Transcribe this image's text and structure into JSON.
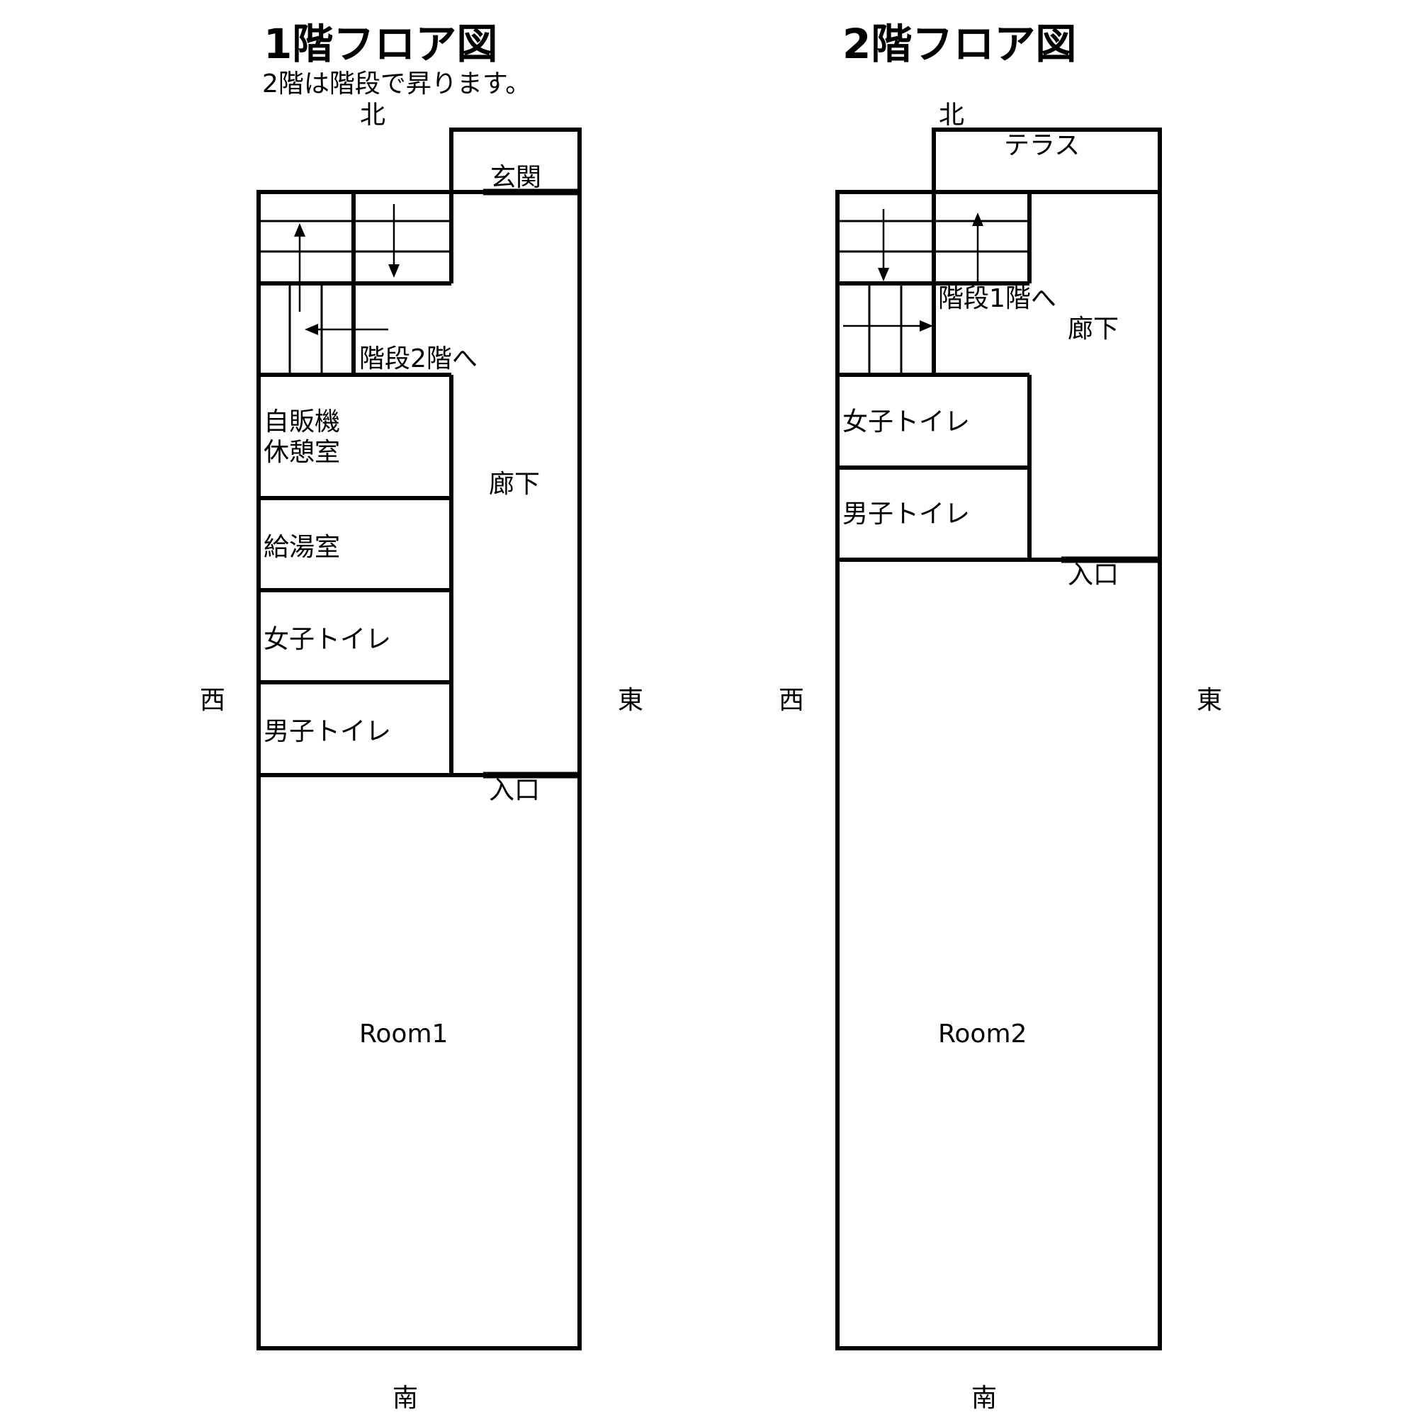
{
  "floor1": {
    "title": "1階フロア図",
    "subtitle": "2階は階段で昇ります。",
    "north": "北",
    "south": "南",
    "west": "西",
    "east": "東",
    "entrance_hall": "玄関",
    "stairs": "階段2階へ",
    "vending_line1": "自販機",
    "vending_line2": "休憩室",
    "kitchenette": "給湯室",
    "womens_toilet": "女子トイレ",
    "mens_toilet": "男子トイレ",
    "corridor": "廊下",
    "entrance": "入口",
    "room": "Room1"
  },
  "floor2": {
    "title": "2階フロア図",
    "north": "北",
    "south": "南",
    "west": "西",
    "east": "東",
    "terrace": "テラス",
    "stairs": "階段1階へ",
    "corridor": "廊下",
    "womens_toilet": "女子トイレ",
    "mens_toilet": "男子トイレ",
    "entrance": "入口",
    "room": "Room2"
  }
}
